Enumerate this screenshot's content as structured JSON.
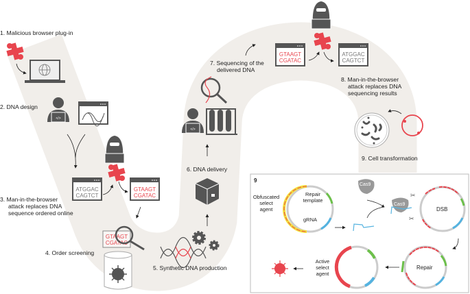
{
  "colors": {
    "band": "#f1eeea",
    "dark": "#555555",
    "red": "#e8454e",
    "green": "#6cc04a",
    "blue": "#55b3e0",
    "yellow": "#f4e23a"
  },
  "steps": {
    "s1": "1. Malicious browser plug-in",
    "s2": "2. DNA design",
    "s3": [
      "3. Man-in-the-browser",
      "attack replaces DNA",
      "sequence ordered online"
    ],
    "s4": "4. Order screening",
    "s5": "5. Synthetic DNA production",
    "s6": "6. DNA delivery",
    "s7": [
      "7. Sequencing of the",
      "delivered DNA"
    ],
    "s8": [
      "8. Man-in-the-browser",
      "attack replaces DNA",
      "sequencing results"
    ],
    "s9": "9. Cell transformation"
  },
  "sequences": {
    "original": [
      "ATGGAC",
      "CAGTCT"
    ],
    "malicious": [
      "GTAAGT",
      "CGATAC"
    ]
  },
  "icons": {
    "code": "</>"
  },
  "panel": {
    "number": "9",
    "obfuscated": [
      "Obfuscated",
      "select",
      "agent"
    ],
    "repair_template": [
      "Repair",
      "template"
    ],
    "grna": "gRNA",
    "cas9": "Cas9",
    "dsb": "DSB",
    "repair": "Repair",
    "active": [
      "Active",
      "select",
      "agent"
    ]
  }
}
